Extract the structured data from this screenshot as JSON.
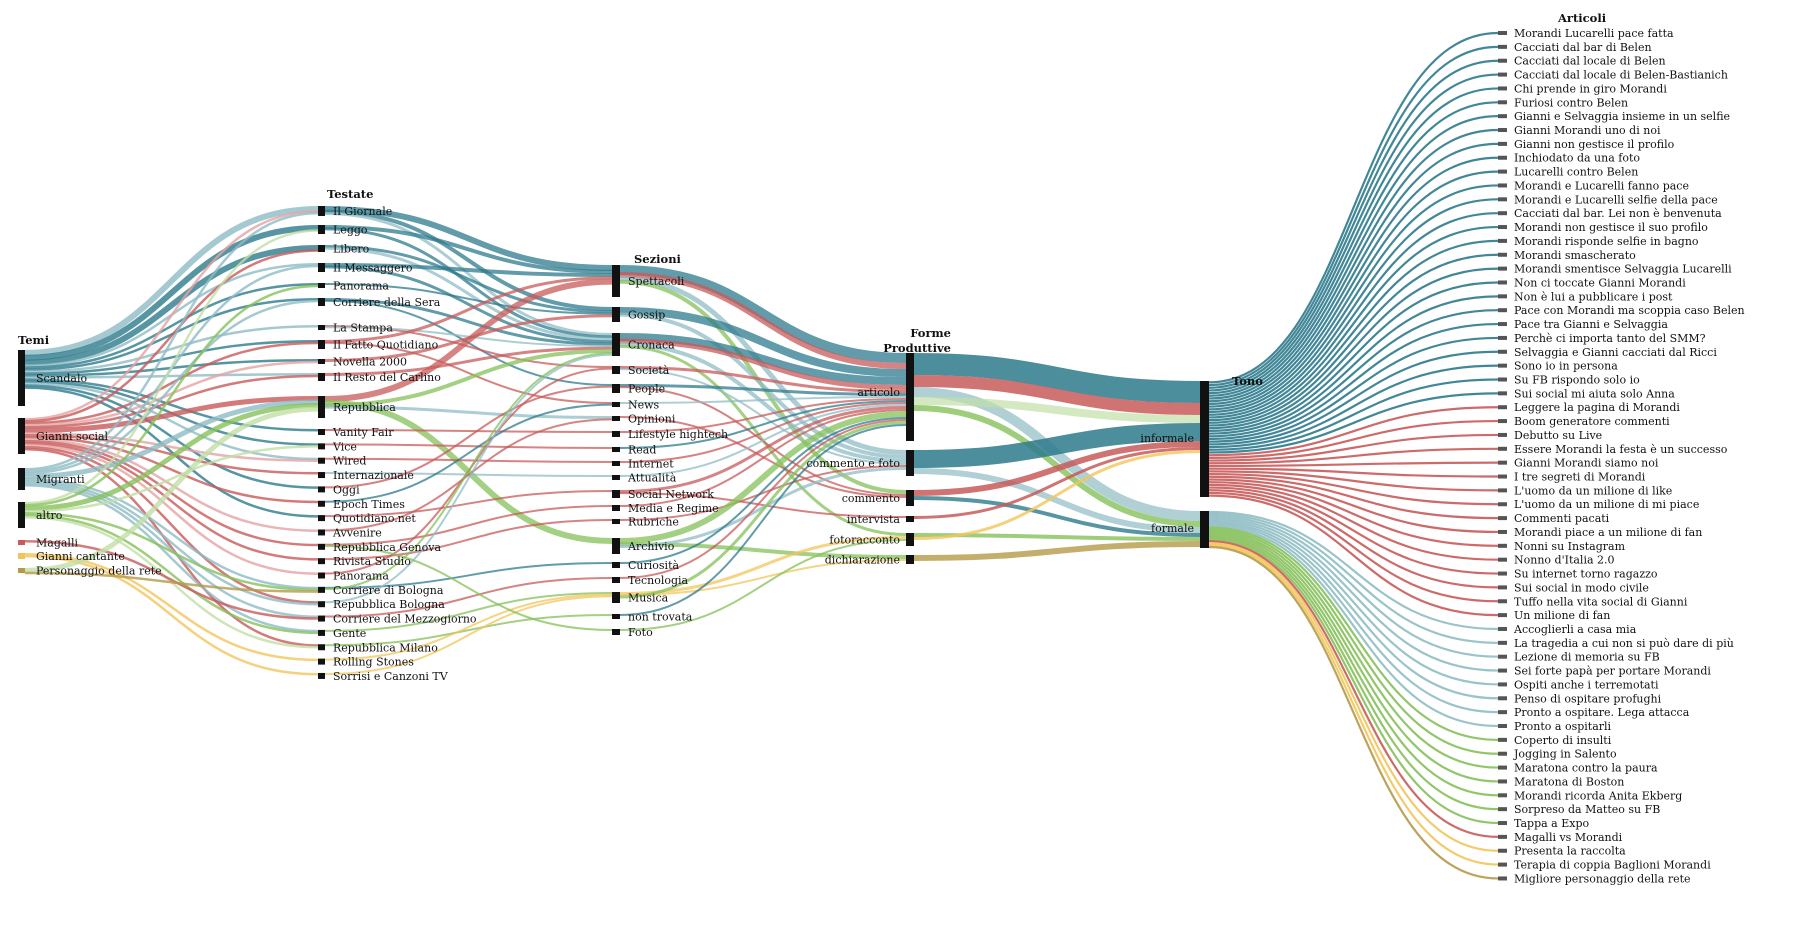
{
  "colors": {
    "teal": "#2e7a8c",
    "teal_light": "#8fbcc4",
    "red": "#c85a5a",
    "red_light": "#e3a3a3",
    "green": "#86c05a",
    "green_light": "#c2dea6",
    "yellow": "#f2c55c",
    "olive": "#b59a4a",
    "node": "#111111"
  },
  "columns": {
    "temi": "Temi",
    "testate": "Testate",
    "sezioni": "Sezioni",
    "forme": [
      "Forme",
      "Produttive"
    ],
    "tono": "Tono",
    "articoli": "Articoli"
  },
  "temi": [
    {
      "label": "Scandalo",
      "color": "teal"
    },
    {
      "label": "Gianni social",
      "color": "red"
    },
    {
      "label": "Migranti",
      "color": "teal_light"
    },
    {
      "label": "altro",
      "color": "green"
    },
    {
      "label": "Magalli",
      "color": "red"
    },
    {
      "label": "Gianni cantante",
      "color": "yellow"
    },
    {
      "label": "Personaggio della rete",
      "color": "olive"
    }
  ],
  "testate": [
    "Il Giornale",
    "Leggo",
    "Libero",
    "Il Messaggero",
    "Panorama",
    "Corriere della Sera",
    "La Stampa",
    "Il Fatto Quotidiano",
    "Novella 2000",
    "Il Resto del Carlino",
    "Repubblica",
    "Vanity Fair",
    "Vice",
    "Wired",
    "Internazionale",
    "Oggi",
    "Epoch Times",
    "Quotidiano.net",
    "Avvenire",
    "Repubblica Genova",
    "Rivista Studio",
    "Panorama",
    "Corriere di Bologna",
    "Repubblica Bologna",
    "Corriere del Mezzogiorno",
    "Gente",
    "Repubblica Milano",
    "Rolling Stones",
    "Sorrisi e Canzoni TV"
  ],
  "sezioni": [
    "Spettacoli",
    "Gossip",
    "Cronaca",
    "Società",
    "People",
    "News",
    "Opinioni",
    "Lifestyle hightech",
    "Read",
    "Internet",
    "Attualità",
    "Social Network",
    "Media e Regime",
    "Rubriche",
    "Archivio",
    "Curiosità",
    "Tecnologia",
    "Musica",
    "non trovata",
    "Foto"
  ],
  "forme": [
    "articolo",
    "commento e foto",
    "commento",
    "intervista",
    "fotoracconto",
    "dichiarazione"
  ],
  "tono": [
    "informale",
    "formale"
  ],
  "articoli": [
    "Morandi Lucarelli pace fatta",
    "Cacciati dal bar di Belen",
    "Cacciati dal locale di Belen",
    "Cacciati dal locale di Belen-Bastianich",
    "Chi prende in giro Morandi",
    "Furiosi contro Belen",
    "Gianni e Selvaggia insieme in un selfie",
    "Gianni Morandi uno di noi",
    "Gianni non gestisce il profilo",
    "Inchiodato da una foto",
    "Lucarelli contro Belen",
    "Morandi e Lucarelli fanno pace",
    "Morandi e Lucarelli selfie della pace",
    "Cacciati dal bar. Lei non è benvenuta",
    "Morandi non gestisce il suo profilo",
    "Morandi risponde selfie in bagno",
    "Morandi smascherato",
    "Morandi smentisce Selvaggia Lucarelli",
    "Non ci toccate Gianni Morandi",
    "Non è lui a pubblicare i post",
    "Pace con Morandi ma scoppia caso Belen",
    "Pace tra Gianni e Selvaggia",
    "Perchè ci importa tanto del SMM?",
    "Selvaggia e Gianni cacciati dal Ricci",
    "Sono io in persona",
    "Su FB rispondo solo io",
    "Sui social mi aiuta solo Anna",
    "Leggere la pagina di Morandi",
    "Boom generatore commenti",
    "Debutto su Live",
    "Essere Morandi la festa è un successo",
    "Gianni Morandi siamo noi",
    "I tre segreti di Morandi",
    "L'uomo da un milione di like",
    "L'uomo da un milione di mi piace",
    "Commenti pacati",
    "Morandi piace a un milione di fan",
    "Nonni su Instagram",
    "Nonno d'Italia 2.0",
    "Su internet torno ragazzo",
    "Sui social in modo civile",
    "Tuffo nella vita social di Gianni",
    "Un milione di fan",
    "Accoglierli a casa mia",
    "La tragedia a cui non si può dare di più",
    "Lezione di memoria su FB",
    "Sei forte papà per portare Morandi",
    "Ospiti anche i terremotati",
    "Penso di ospitare profughi",
    "Pronto a ospitare. Lega attacca",
    "Pronto a ospitarli",
    "Coperto di insulti",
    "Jogging in Salento",
    "Maratona contro la paura",
    "Maratona di Boston",
    "Morandi ricorda Anita Ekberg",
    "Sorpreso da Matteo su FB",
    "Tappa a Expo",
    "Magalli vs Morandi",
    "Presenta la raccolta",
    "Terapia di coppia Baglioni Morandi",
    "Migliore personaggio della rete"
  ]
}
